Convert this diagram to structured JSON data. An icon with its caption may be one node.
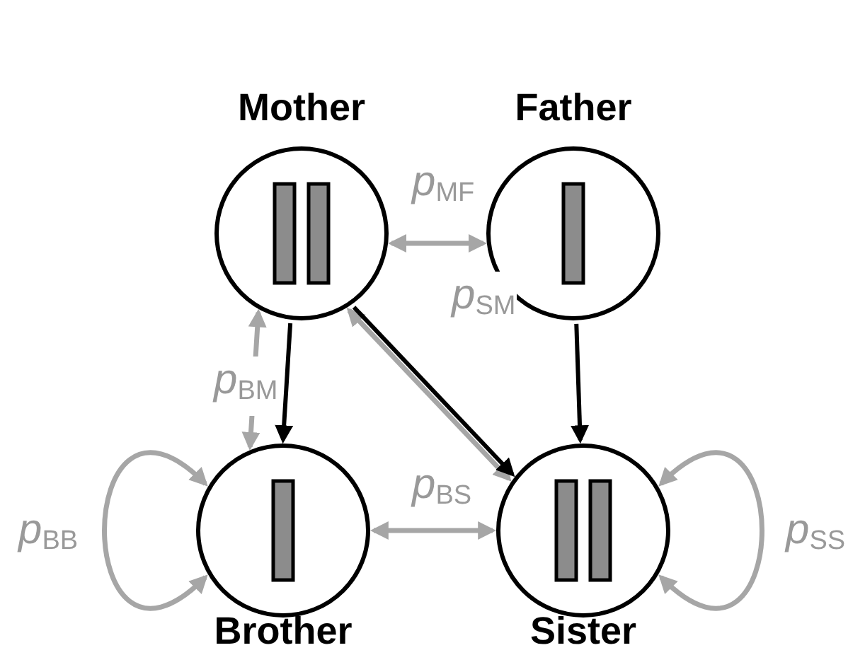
{
  "diagram": {
    "nodes": [
      {
        "text": [
          "Mother"
        ]
      },
      {
        "text": [
          "Father"
        ]
      },
      {
        "text": [
          "Brother"
        ]
      },
      {
        "text": [
          "Sister"
        ]
      }
    ],
    "edges": [
      {
        "from": 0,
        "to": 1,
        "arrow": "both",
        "label": "*p*$_{MF}$"
      },
      {
        "from": 0,
        "to": 2,
        "arrow": "both",
        "label": "*p*$_{BM}$"
      },
      {
        "from": 0,
        "to": 2,
        "arrow": "to",
        "color": "#000000"
      },
      {
        "from": 3,
        "to": 0,
        "arrow": "both",
        "label": "*p*$_{SM}$"
      },
      {
        "from": 0,
        "to": 3,
        "arrow": "to",
        "color": "#000000"
      },
      {
        "from": 1,
        "to": 3,
        "arrow": "to",
        "color": "#000000"
      },
      {
        "from": 2,
        "to": 2,
        "arrow": "both",
        "label": "*p*$_{BB}$"
      },
      {
        "from": 2,
        "to": 3,
        "arrow": "both",
        "label": "*p*$_{BS}$"
      },
      {
        "from": 3,
        "to": 3,
        "arrow": "both",
        "label": "*p*$_{SS}$"
      }
    ]
  }
}
